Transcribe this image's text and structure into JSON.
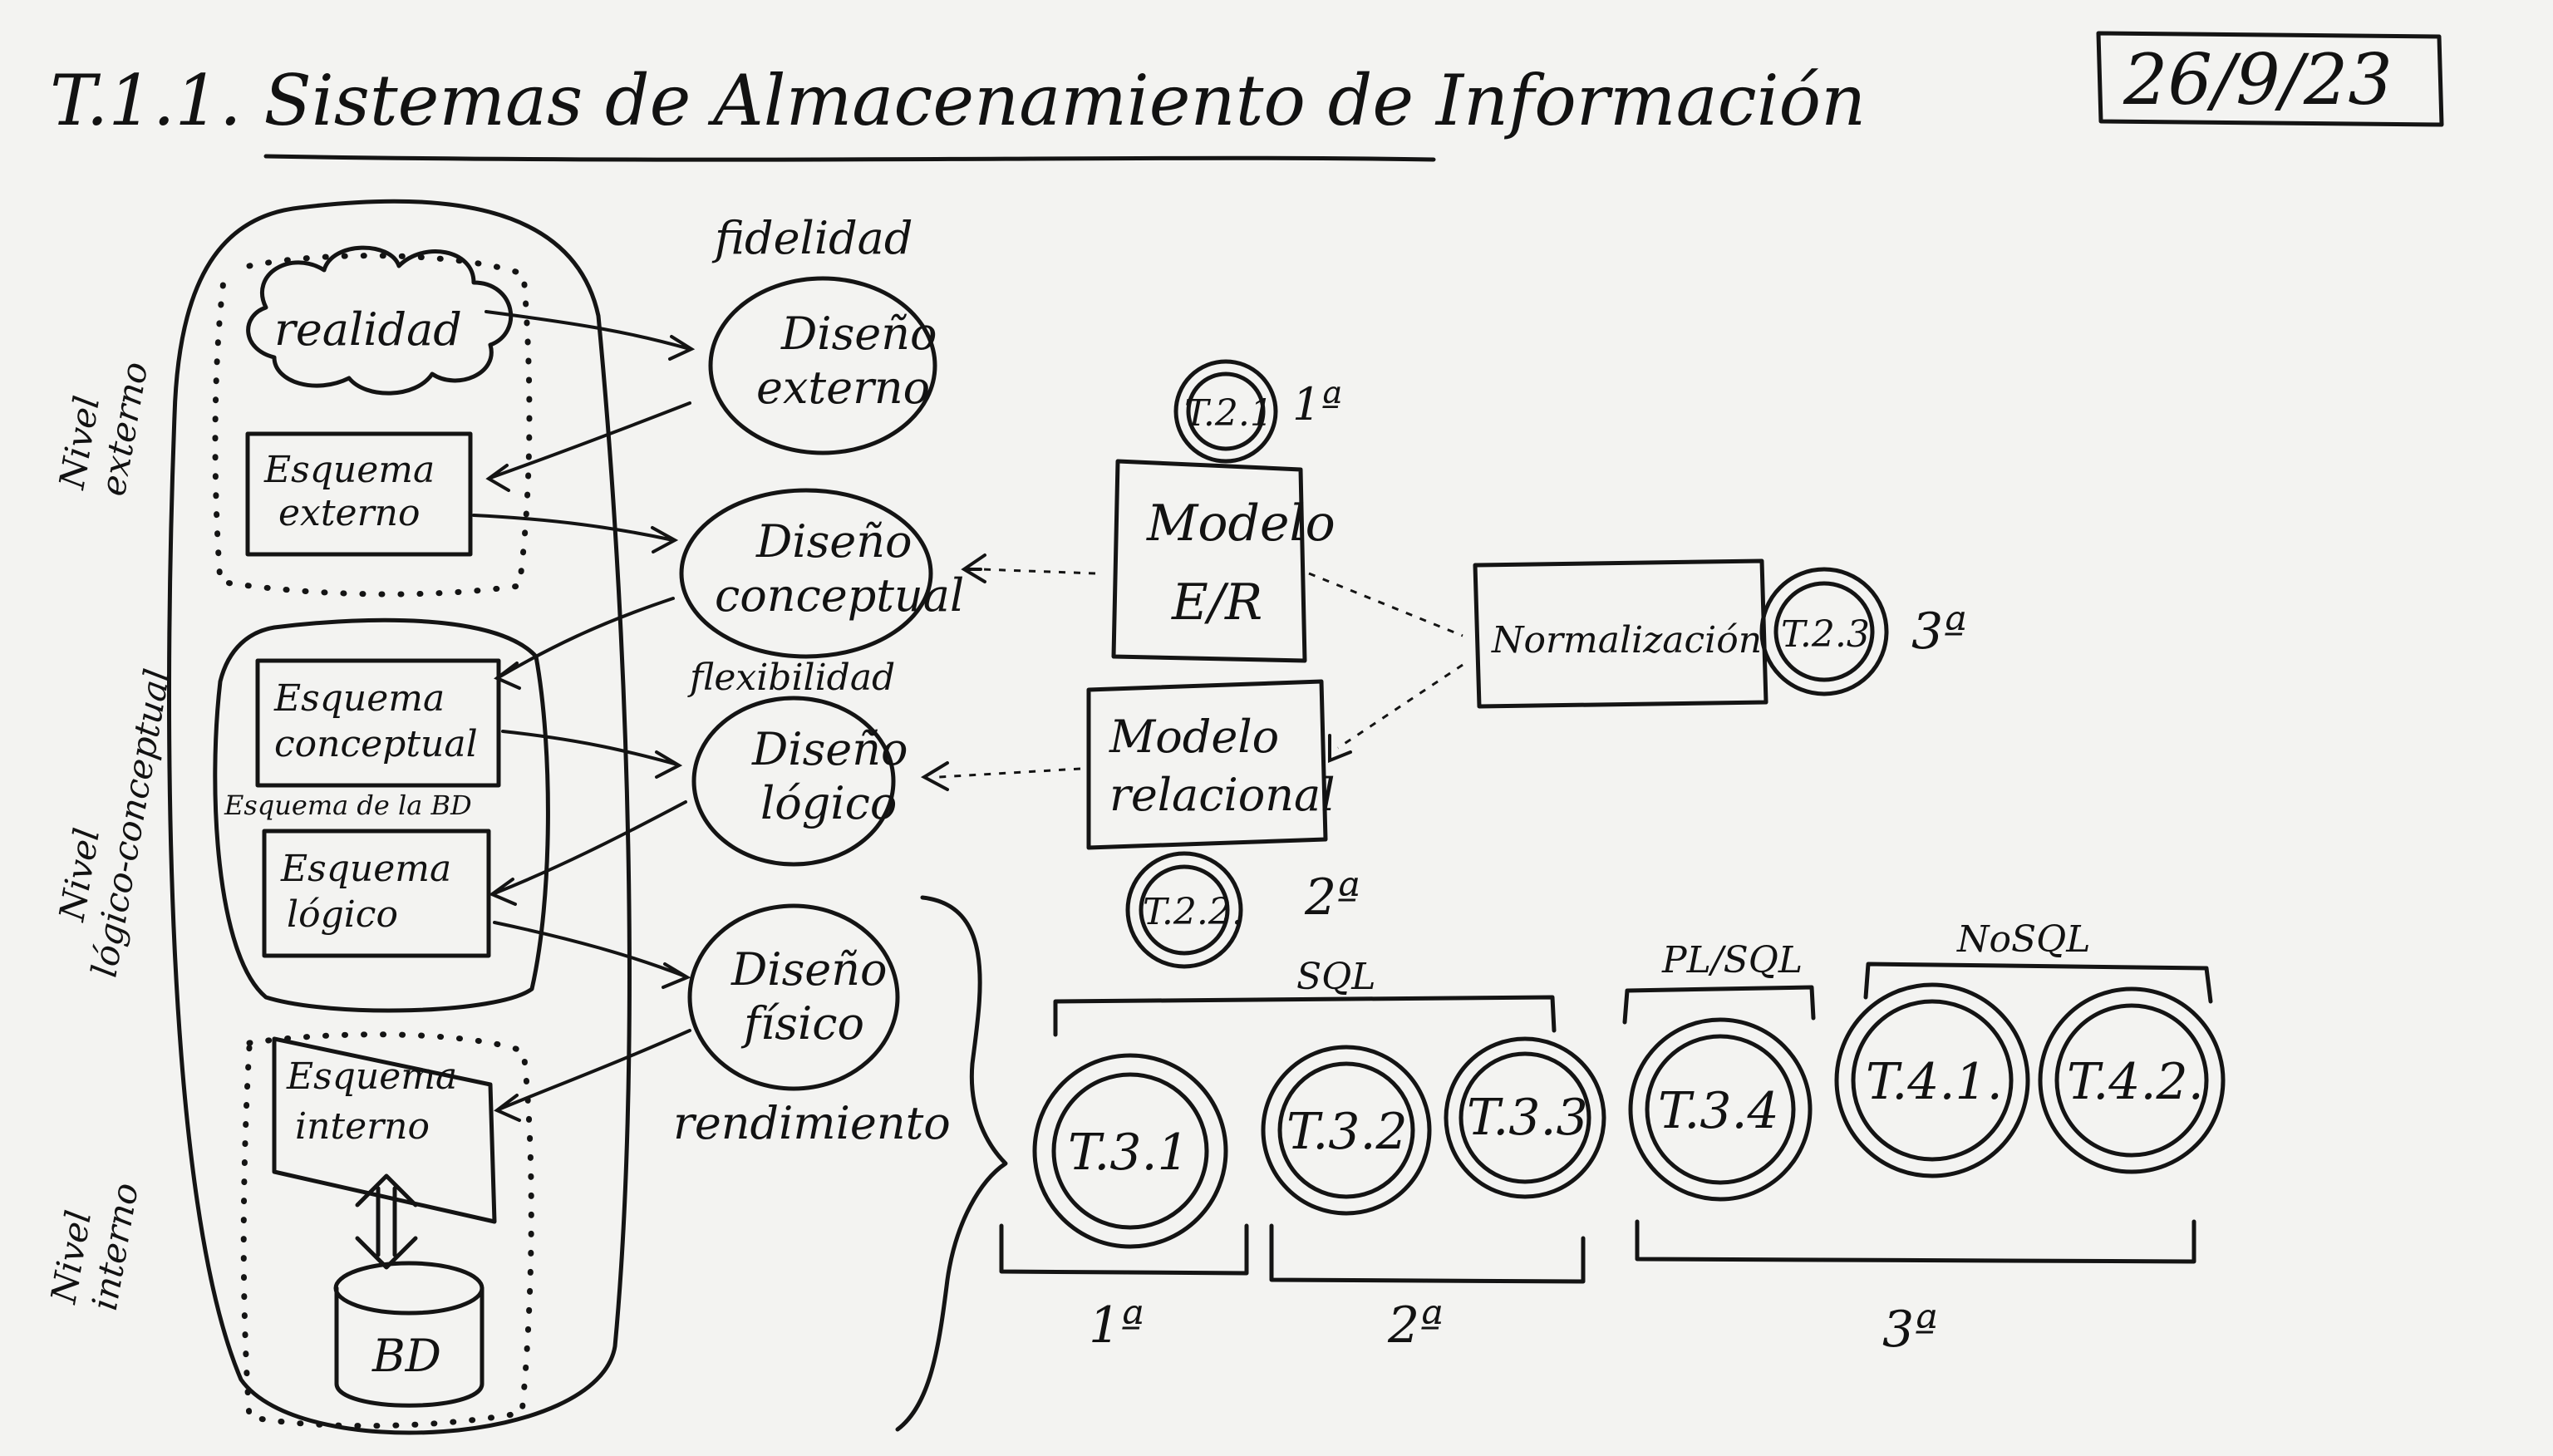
{
  "page": {
    "title": "T.1.1. Sistemas de Almacenamiento de Información",
    "date": "26/9/23"
  },
  "levels": {
    "external": [
      "Nivel",
      "externo"
    ],
    "logical": [
      "Nivel",
      "lógico-conceptual"
    ],
    "internal": [
      "Nivel",
      "interno"
    ]
  },
  "left": {
    "realidad": "realidad",
    "esquema_externo": [
      "Esquema",
      "externo"
    ],
    "esquema_conceptual": [
      "Esquema",
      "conceptual"
    ],
    "esquema_bd": "Esquema de la BD",
    "esquema_logico": [
      "Esquema",
      "lógico"
    ],
    "esquema_interno": [
      "Esquema",
      "interno"
    ],
    "bd": "BD"
  },
  "designs": {
    "fidelidad": "fidelidad",
    "externo": [
      "Diseño",
      "externo"
    ],
    "conceptual": [
      "Diseño",
      "conceptual"
    ],
    "flexibilidad": "flexibilidad",
    "logico": [
      "Diseño",
      "lógico"
    ],
    "fisico": [
      "Diseño",
      "físico"
    ],
    "rendimiento": "rendimiento"
  },
  "models": {
    "t21": "T.2.1",
    "t21_order": "1ª",
    "modelo_er": [
      "Modelo",
      "E/R"
    ],
    "modelo_relacional": [
      "Modelo",
      "relacional"
    ],
    "t22": "T.2.2.",
    "t22_order": "2ª",
    "normalizacion": "Normalización",
    "t23": "T.2.3",
    "t23_order": "3ª"
  },
  "bottom": {
    "sql": "SQL",
    "plsql": "PL/SQL",
    "nosql": "NoSQL",
    "units": [
      "T.3.1",
      "T.3.2",
      "T.3.3",
      "T.3.4",
      "T.4.1.",
      "T.4.2."
    ],
    "evals": [
      "1ª",
      "2ª",
      "3ª"
    ]
  }
}
